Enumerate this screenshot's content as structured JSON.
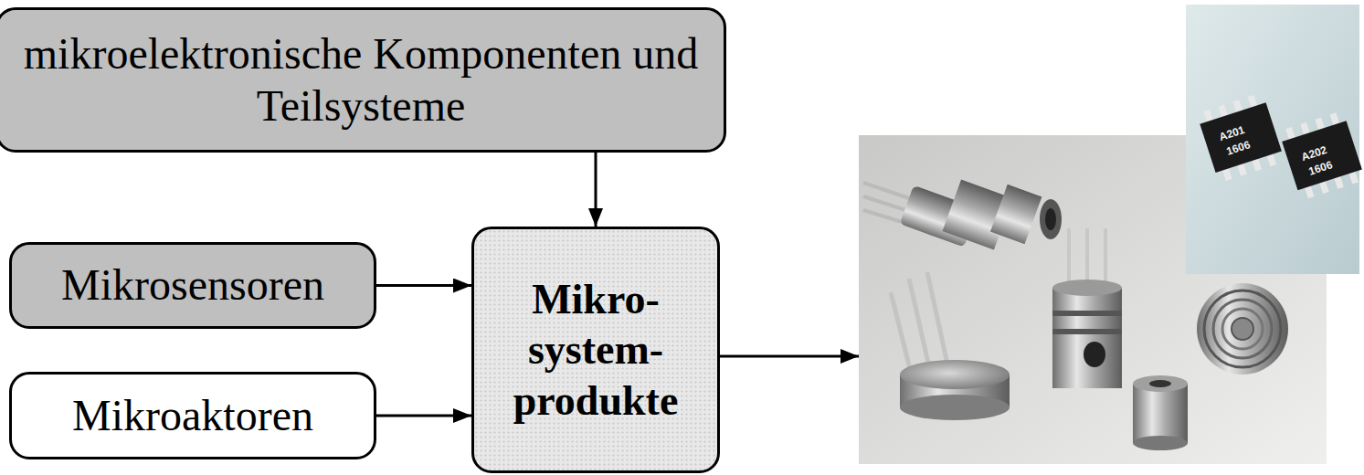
{
  "diagram": {
    "nodes": [
      {
        "text": [
          "mikroelektronische Komponenten und Teilsysteme"
        ]
      },
      {
        "text": [
          "Mikrosensoren"
        ]
      },
      {
        "text": [
          "Mikroaktoren"
        ]
      },
      {
        "text": [
          "Mikro- system- produkte"
        ]
      }
    ],
    "edges": [
      {
        "from": 0,
        "to": 3,
        "arrow": "to"
      },
      {
        "from": 1,
        "to": 3,
        "arrow": "to"
      },
      {
        "from": 2,
        "to": 3,
        "arrow": "to"
      }
    ],
    "labels": [
      "A201",
      "1606",
      "A202",
      "1606"
    ]
  }
}
